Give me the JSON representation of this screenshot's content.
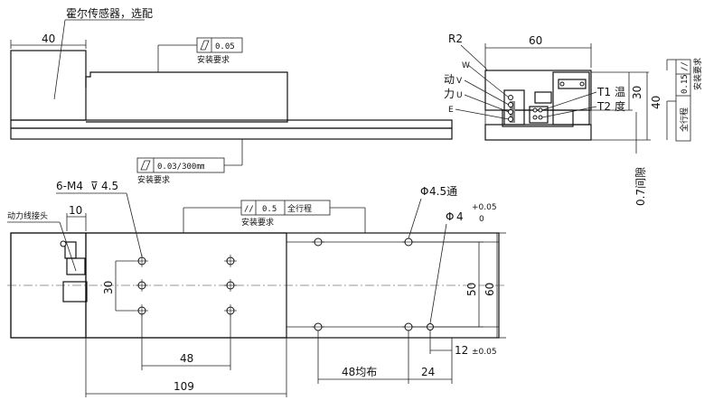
{
  "labels": {
    "hall_sensor": "霍尔传感器，选配",
    "power_connector": "动力线接头",
    "install_req": "安装要求",
    "full_travel": "全行程",
    "motor_line_1": "动",
    "motor_line_2": "力",
    "temp_1": "温",
    "temp_2": "度"
  },
  "tolerances": {
    "flat_005": "0.05",
    "flat_003_300": "0.03/300㎜",
    "para_05": "0.5",
    "para_015": "0.15"
  },
  "dimensions": {
    "top_40": "40",
    "right_60": "60",
    "right_r2": "R2",
    "right_30": "30",
    "right_40": "40",
    "gap_07": "0.7间隙",
    "bot_6m4": "6-M4",
    "bot_6m4_depth": "4.5",
    "bot_hole_45": "4.5通",
    "bot_hole_4": "4",
    "bot_tol_plus": "+0.05",
    "bot_tol_zero": "0",
    "bot_10": "10",
    "bot_30": "30",
    "bot_48": "48",
    "bot_109": "109",
    "bot_48_even": "48均布",
    "bot_24": "24",
    "bot_12": "12",
    "bot_12_tol": "±0.05",
    "bot_50": "50",
    "bot_60": "60"
  },
  "phases": {
    "w": "W",
    "v": "V",
    "u": "U",
    "e": "E",
    "t1": "T1",
    "t2": "T2"
  },
  "symbols": {
    "flatness": "flatness-symbol",
    "parallelism": "//",
    "diameter": "Φ",
    "depth": "⊽"
  }
}
